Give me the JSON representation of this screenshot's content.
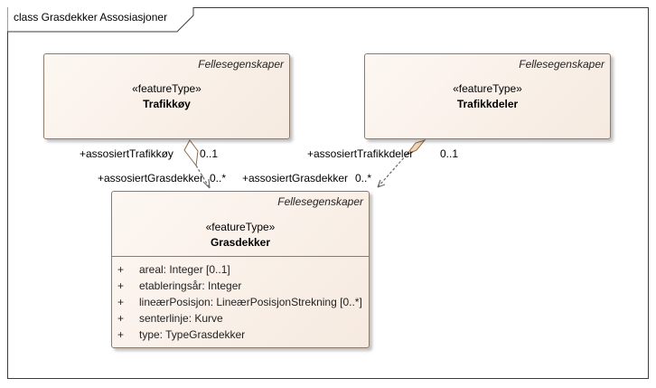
{
  "frame": {
    "title": "class Grasdekker Assosiasjoner"
  },
  "classes": {
    "trafikkoy": {
      "package": "Fellesegenskaper",
      "stereotype": "«featureType»",
      "name": "Trafikkøy"
    },
    "trafikkdeler": {
      "package": "Fellesegenskaper",
      "stereotype": "«featureType»",
      "name": "Trafikkdeler"
    },
    "grasdekker": {
      "package": "Fellesegenskaper",
      "stereotype": "«featureType»",
      "name": "Grasdekker",
      "attributes": [
        {
          "visibility": "+",
          "text": "areal: Integer [0..1]"
        },
        {
          "visibility": "+",
          "text": "etableringsår: Integer"
        },
        {
          "visibility": "+",
          "text": "lineærPosisjon: LineærPosisjonStrekning [0..*]"
        },
        {
          "visibility": "+",
          "text": "senterlinje: Kurve"
        },
        {
          "visibility": "+",
          "text": "type: TypeGrasdekker"
        }
      ]
    }
  },
  "associations": {
    "trafikkoy_link": {
      "source_role": "+assosiertTrafikkøy",
      "source_multiplicity": "0..1",
      "target_role": "+assosiertGrasdekker",
      "target_multiplicity": "0..*"
    },
    "trafikkdeler_link": {
      "source_role": "+assosiertTrafikkdeler",
      "source_multiplicity": "0..1",
      "target_role": "+assosiertGrasdekker",
      "target_multiplicity": "0..*"
    }
  }
}
